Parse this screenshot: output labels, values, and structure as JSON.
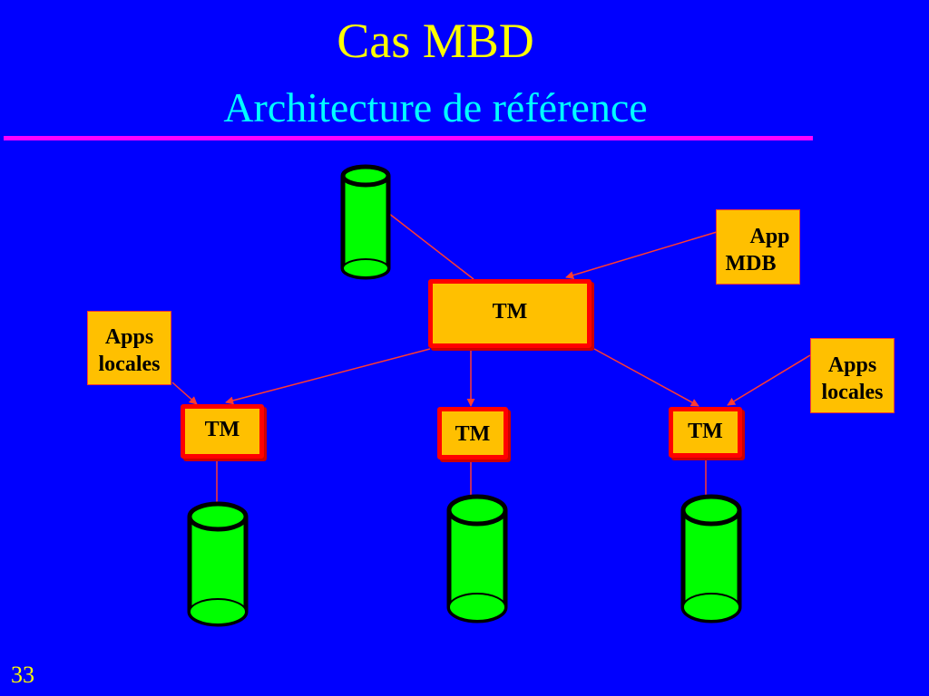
{
  "slide": {
    "title": "Cas MBD",
    "subtitle": "Architecture de référence",
    "page_number": "33"
  },
  "diagram": {
    "nodes": {
      "global_tm": "TM",
      "local_tm_left": "TM",
      "local_tm_center": "TM",
      "local_tm_right": "TM",
      "app_mdb_line1": "App",
      "app_mdb_line2": "MDB",
      "apps_locales_left_line1": "Apps",
      "apps_locales_left_line2": "locales",
      "apps_locales_right_line1": "Apps",
      "apps_locales_right_line2": "locales"
    },
    "colors": {
      "background": "#0000ff",
      "title": "#ffff00",
      "subtitle": "#00ffff",
      "rule": "#ff00ff",
      "box_fill": "#ffc000",
      "box_border": "#ff0000",
      "database": "#00ff00",
      "connector": "#ff3b30"
    }
  }
}
